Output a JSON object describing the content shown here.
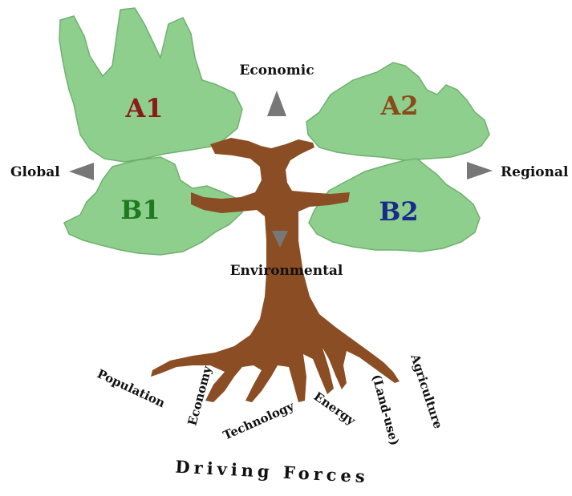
{
  "scenarios": {
    "a1": {
      "label": "A1",
      "color": "#8b1a1a"
    },
    "a2": {
      "label": "A2",
      "color": "#8b4a1a"
    },
    "b1": {
      "label": "B1",
      "color": "#1e7a1e"
    },
    "b2": {
      "label": "B2",
      "color": "#1a2a8b"
    }
  },
  "axes": {
    "top": "Economic",
    "left": "Global",
    "right": "Regional",
    "bottom": "Environmental"
  },
  "roots": [
    {
      "label": "Population"
    },
    {
      "label": "Economy"
    },
    {
      "label": "Technology"
    },
    {
      "label": "Energy"
    },
    {
      "label": "(Land-use)"
    },
    {
      "label": "Agriculture"
    }
  ],
  "caption": "Driving Forces",
  "colors": {
    "foliage": "#8ecf8e",
    "foliage_edge": "#6fb06f",
    "trunk": "#8b4e24",
    "arrow": "#777777",
    "text": "#111111"
  },
  "icons": {
    "up": "triangle-up-icon",
    "left": "triangle-left-icon",
    "right": "triangle-right-icon",
    "down": "triangle-down-icon"
  }
}
